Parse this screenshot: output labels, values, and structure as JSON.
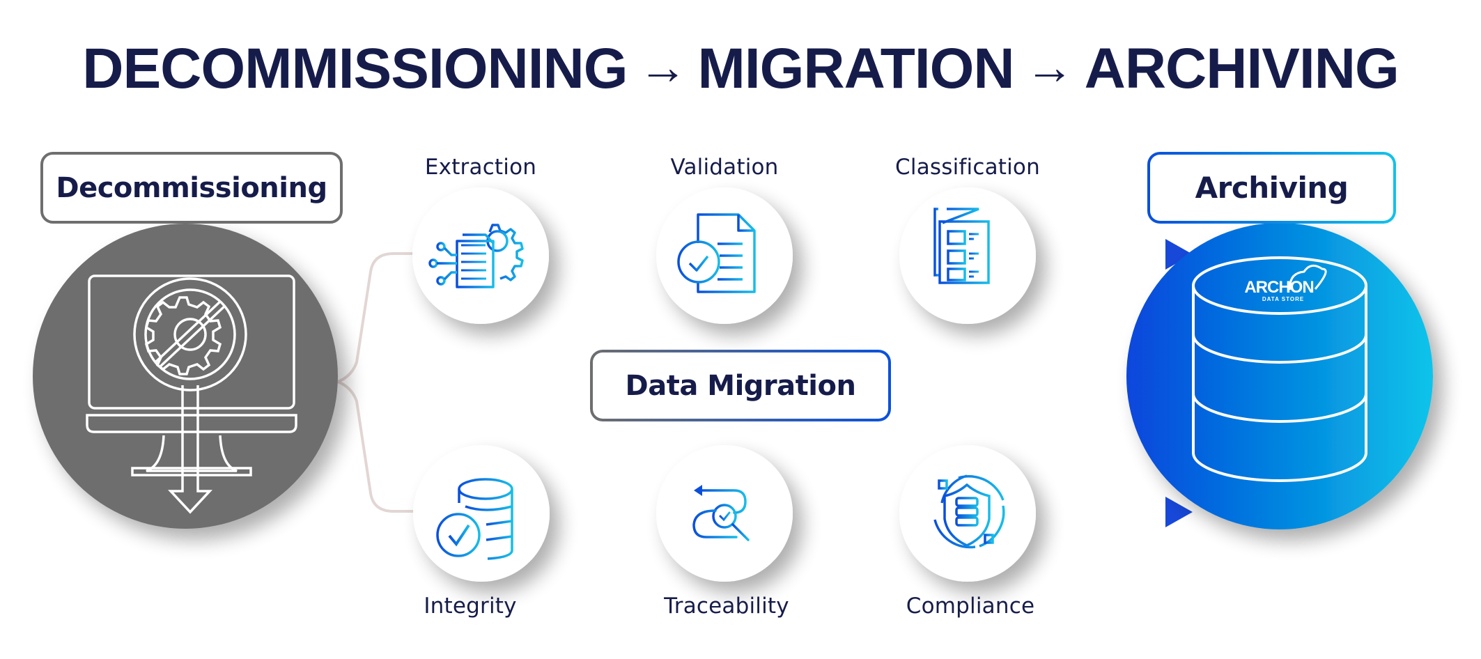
{
  "title": {
    "part1": "DECOMMISSIONING",
    "arrow1": "→",
    "part2": "MIGRATION",
    "arrow2": "→",
    "part3": "ARCHIVING"
  },
  "stages": {
    "decommissioning": {
      "label": "Decommissioning",
      "icon": "monitor-decommission-icon",
      "color": "#6e6e6e"
    },
    "migration": {
      "label": "Data Migration"
    },
    "archiving": {
      "label": "Archiving",
      "icon": "database-icon",
      "logo_text": "ARCHON",
      "logo_subtext": "DATA STORE",
      "gradient_start": "#0a4fdc",
      "gradient_end": "#0fc0e8"
    }
  },
  "steps_top": [
    {
      "label": "Extraction",
      "icon": "document-gear-extraction-icon"
    },
    {
      "label": "Validation",
      "icon": "document-check-validation-icon"
    },
    {
      "label": "Classification",
      "icon": "checklist-classification-icon"
    }
  ],
  "steps_bottom": [
    {
      "label": "Integrity",
      "icon": "database-check-integrity-icon"
    },
    {
      "label": "Traceability",
      "icon": "path-search-traceability-icon"
    },
    {
      "label": "Compliance",
      "icon": "shield-server-compliance-icon"
    }
  ],
  "colors": {
    "title": "#161c4a",
    "icon_start": "#0a4fdc",
    "icon_end": "#17bde8",
    "connector": "#e2d6d4",
    "flow_line": "#2a55d0"
  }
}
